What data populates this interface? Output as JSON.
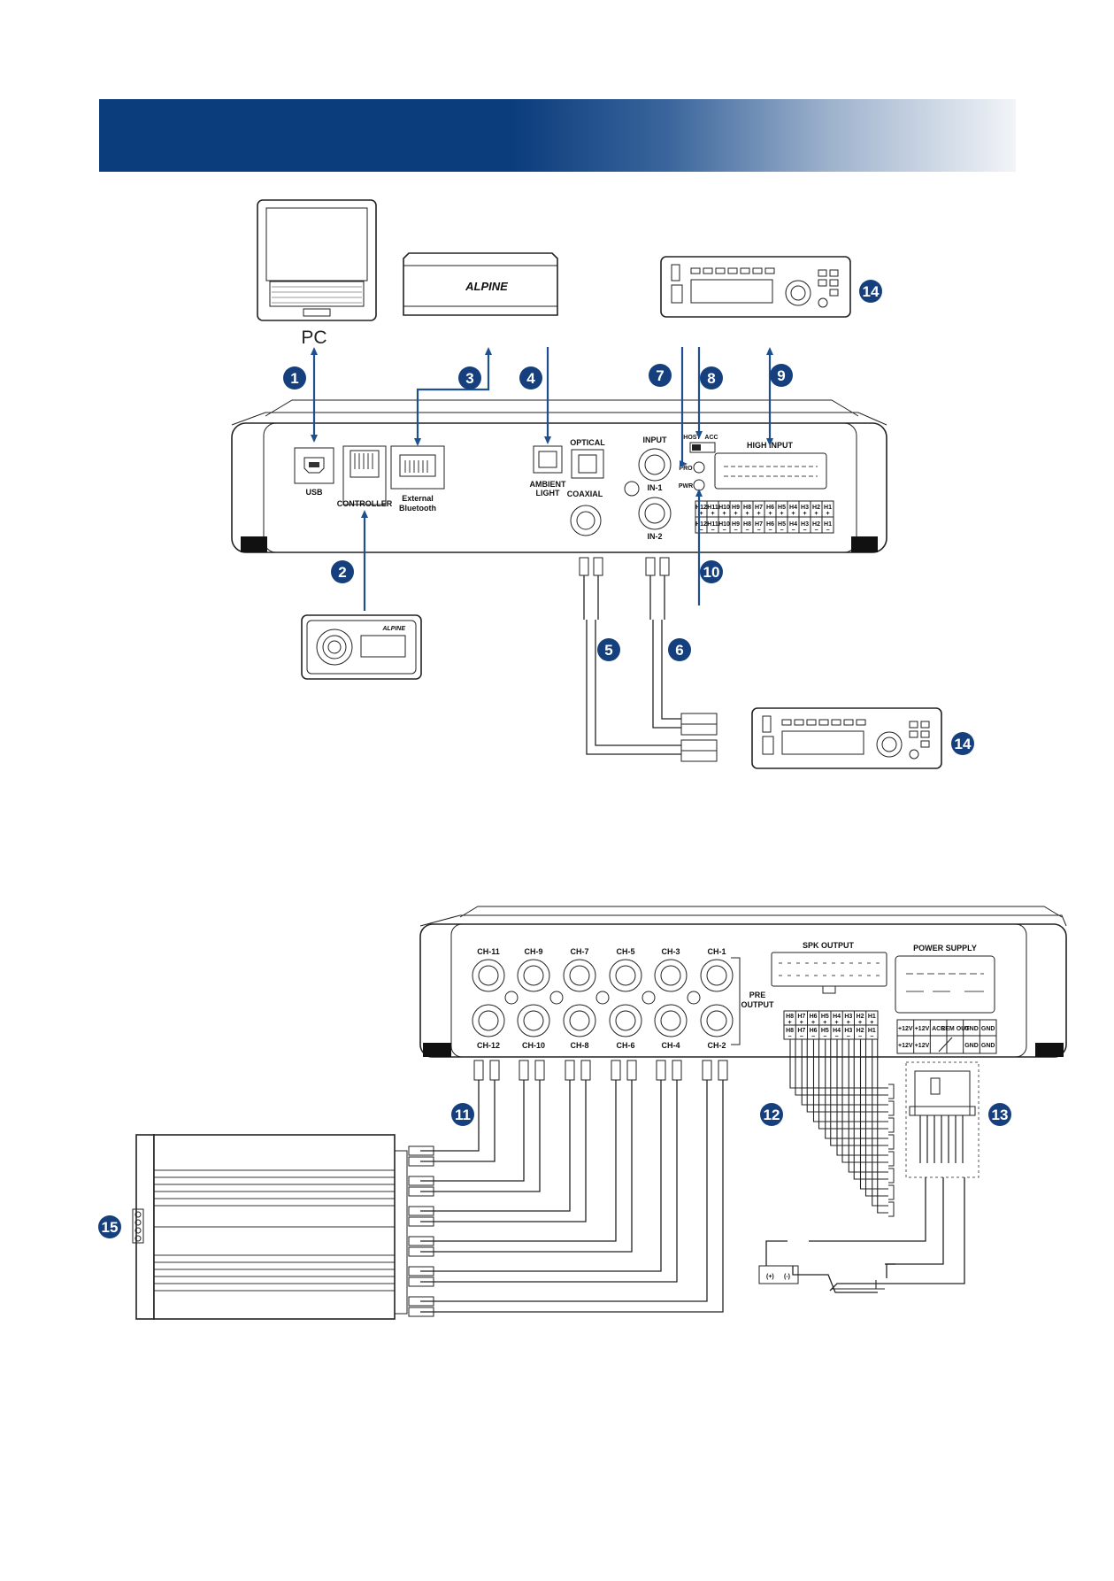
{
  "colors": {
    "banner_dark": "#0b3c7c",
    "callout": "#163f7e",
    "line_blue": "#1f4f8f"
  },
  "devices": {
    "pc_label": "PC",
    "alpine_brand": "ALPINE",
    "controller_brand": "ALPINE"
  },
  "top_unit": {
    "usb": "USB",
    "controller": "CONTROLLER",
    "ext_bt_1": "External",
    "ext_bt_2": "Bluetooth",
    "ambient_1": "AMBIENT",
    "ambient_2": "LIGHT",
    "optical": "OPTICAL",
    "coaxial": "COAXIAL",
    "input": "INPUT",
    "in1": "IN-1",
    "in2": "IN-2",
    "pro": "PRO",
    "pwr": "PWR",
    "host": "HOST",
    "acc": "ACC",
    "high_input": "HIGH INPUT",
    "h_row_top": [
      "H12",
      "H11",
      "H10",
      "H9",
      "H8",
      "H7",
      "H6",
      "H5",
      "H4",
      "H3",
      "H2",
      "H1"
    ],
    "h_row_bottom": [
      "H12",
      "H11",
      "H10",
      "H9",
      "H8",
      "H7",
      "H6",
      "H5",
      "H4",
      "H3",
      "H2",
      "H1"
    ]
  },
  "bottom_unit": {
    "ch_top": [
      "CH-11",
      "CH-9",
      "CH-7",
      "CH-5",
      "CH-3",
      "CH-1"
    ],
    "ch_bottom": [
      "CH-12",
      "CH-10",
      "CH-8",
      "CH-6",
      "CH-4",
      "CH-2"
    ],
    "pre_output_1": "PRE",
    "pre_output_2": "OUTPUT",
    "spk_output": "SPK OUTPUT",
    "power_supply": "POWER SUPPLY",
    "spk_top": [
      "H8",
      "H7",
      "H6",
      "H5",
      "H4",
      "H3",
      "H2",
      "H1"
    ],
    "spk_bottom": [
      "H8",
      "H7",
      "H6",
      "H5",
      "H4",
      "H3",
      "H2",
      "H1"
    ],
    "ps_top": [
      "+12V",
      "+12V",
      "ACC",
      "REM OUT",
      "GND",
      "GND"
    ],
    "ps_bottom": [
      "+12V",
      "+12V",
      "GND",
      "GND"
    ],
    "battery_plus": "(+)",
    "battery_minus": "(-)"
  },
  "callouts": [
    "1",
    "2",
    "3",
    "4",
    "5",
    "6",
    "7",
    "8",
    "9",
    "10",
    "11",
    "12",
    "13",
    "14",
    "14",
    "15"
  ]
}
